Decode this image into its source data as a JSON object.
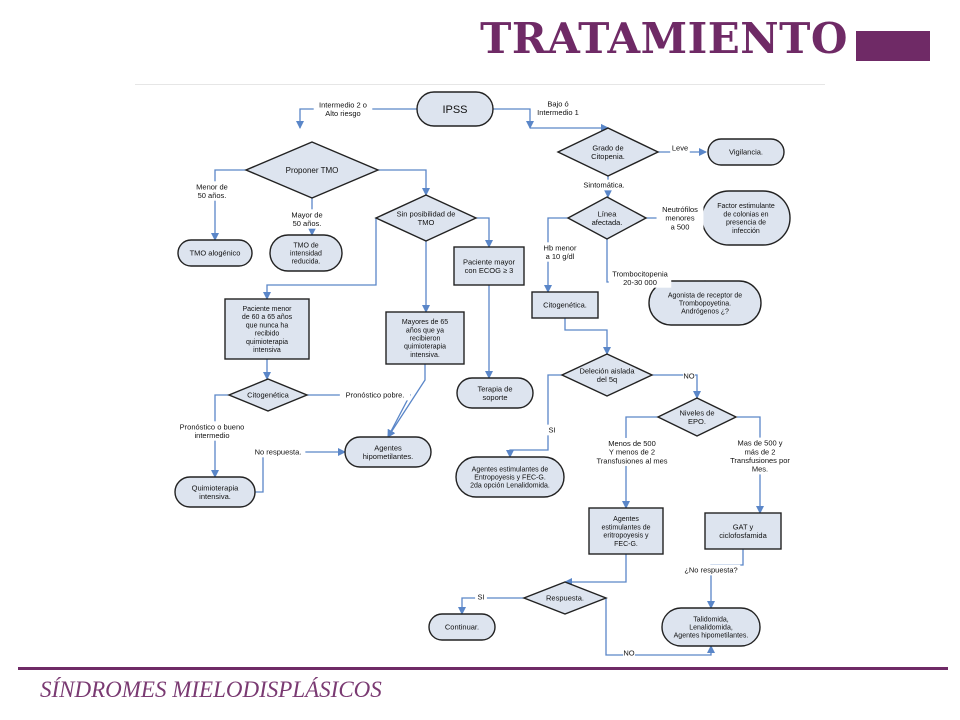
{
  "header": {
    "title": "TRATAMIENTO"
  },
  "footer": {
    "text": "SÍNDROMES MIELODISPLÁSICOS"
  },
  "colors": {
    "accent": "#6f2a66",
    "node_fill": "#dde4ef",
    "line": "#5a86c8"
  },
  "nodes": {
    "ipss": [
      "IPSS"
    ],
    "proponer_tmo": [
      "Proponer TMO"
    ],
    "grado_citopenia": [
      "Grado de",
      "Citopenia."
    ],
    "vigilancia": [
      "Vigilancia."
    ],
    "linea_afectada": [
      "Línea",
      "afectada."
    ],
    "factor_estimulante": [
      "Factor estimulante",
      "de colonias en",
      "presencia de",
      "infección"
    ],
    "tmo_alogenico": [
      "TMO alogénico"
    ],
    "tmo_intensidad": [
      "TMO de",
      "intensidad",
      "reducida."
    ],
    "sin_posibilidad": [
      "Sin posibilidad de",
      "TMO"
    ],
    "paciente_mayor": [
      "Paciente mayor",
      "con ECOG ≥ 3"
    ],
    "citogenetica_box": [
      "Citogenética."
    ],
    "agonista": [
      "Agonista de receptor de",
      "Trombopoyetina.",
      "Andrógenos ¿?"
    ],
    "paciente_menor": [
      "Paciente menor",
      "de 60 a 65 años",
      "que nunca ha",
      "recibido",
      "quimioterapia",
      "intensiva"
    ],
    "mayores_65": [
      "Mayores de 65",
      "años que ya",
      "recibieron",
      "quimioterapia",
      "intensiva."
    ],
    "delecion": [
      "Deleción aislada",
      "del 5q"
    ],
    "terapia_soporte": [
      "Terapia de",
      "soporte"
    ],
    "citogenetica_dec": [
      "Citogenética"
    ],
    "niveles_epo": [
      "Niveles de",
      "EPO."
    ],
    "agentes_hipo": [
      "Agentes",
      "hipometilantes."
    ],
    "agentes_estim_1": [
      "Agentes estimulantes de",
      "Entropoyesis y FEC-G.",
      "2da opción Lenalidomida."
    ],
    "quimio_intensiva": [
      "Quimioterapia",
      "intensiva."
    ],
    "agentes_estim_2": [
      "Agentes",
      "estimulantes de",
      "eritropoyesis y",
      "FEC-G."
    ],
    "gat": [
      "GAT y",
      "ciclofosfamida"
    ],
    "respuesta": [
      "Respuesta."
    ],
    "continuar": [
      "Continuar."
    ],
    "talidomida": [
      "Talidomida,",
      "Lenalidomida,",
      "Agentes hipometilantes."
    ]
  },
  "edge_labels": {
    "intermedio2": [
      "Intermedio 2 o",
      "Alto riesgo"
    ],
    "bajo": [
      "Bajo ó",
      "Intermedio 1"
    ],
    "leve": [
      "Leve"
    ],
    "sintomatica": [
      "Sintomática."
    ],
    "menor50": [
      "Menor de",
      "50 años."
    ],
    "mayor50": [
      "Mayor de",
      "50 años."
    ],
    "neutrofilos": [
      "Neutrófilos",
      "menores",
      "a 500"
    ],
    "hb": [
      "Hb menor",
      "a 10 g/dl"
    ],
    "trombocitopenia": [
      "Trombocitopenia",
      "20-30 000"
    ],
    "pronostico_pobre": [
      "Pronóstico pobre."
    ],
    "pronostico_bueno": [
      "Pronóstico o bueno",
      "intermedio"
    ],
    "no_respuesta_1": [
      "No respuesta."
    ],
    "no_del": [
      "NO"
    ],
    "si_del": [
      "SI"
    ],
    "menos500": [
      "Menos de 500",
      "Y menos de 2",
      "Transfusiones al mes"
    ],
    "mas500": [
      "Mas de 500 y",
      "más de 2",
      "Transfusiones por",
      "Mes."
    ],
    "no_respuesta_2": [
      "¿No respuesta?"
    ],
    "si_resp": [
      "SI"
    ],
    "no_resp": [
      "NO"
    ]
  }
}
